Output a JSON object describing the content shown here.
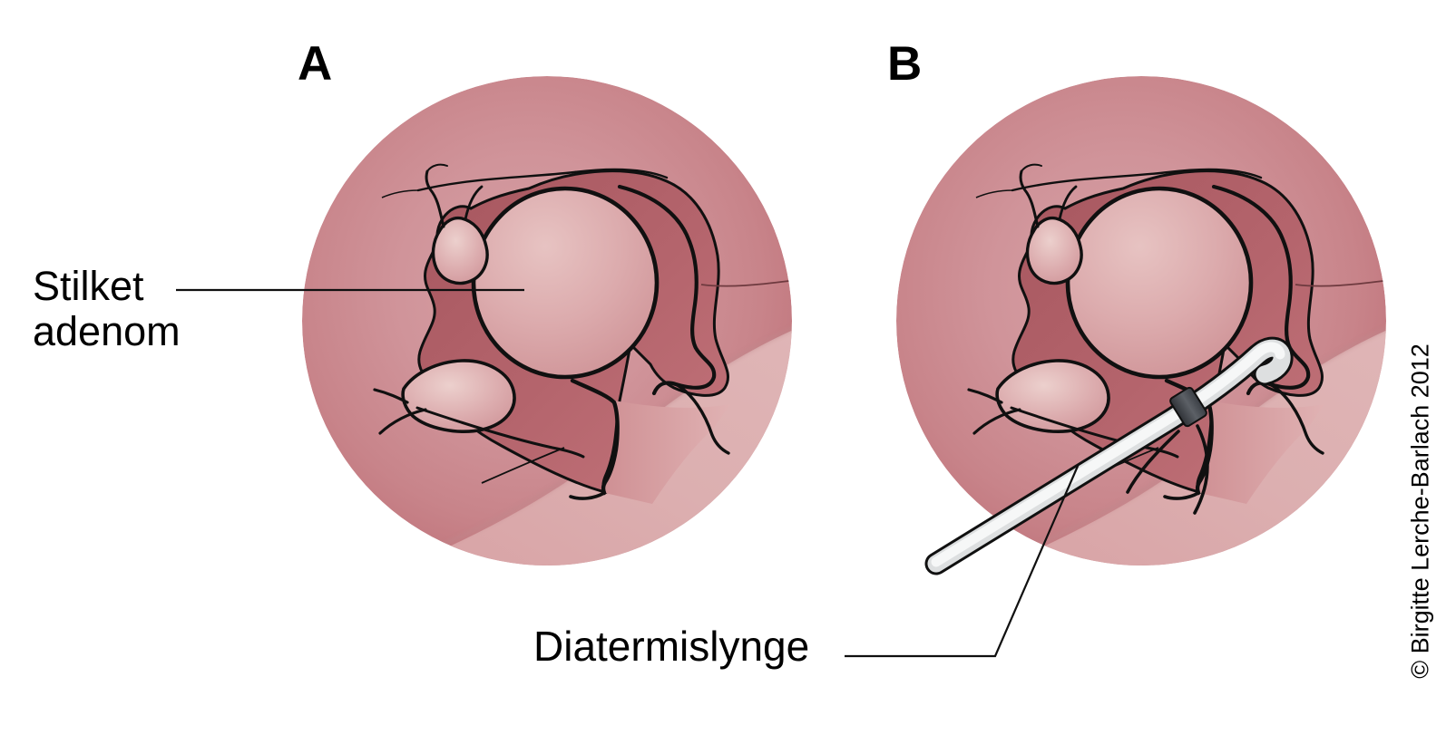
{
  "figure": {
    "panels": [
      {
        "label": "A"
      },
      {
        "label": "B"
      }
    ],
    "annotations": {
      "adenoma_label": "Stilket\nadenom",
      "snare_label": "Diatermislynge"
    },
    "credit": "© Birgitte Lerche-Barlach 2012",
    "colors": {
      "background": "#ffffff",
      "mucosa_edge": "#c27980",
      "mucosa_mid": "#d0959a",
      "mucosa_light": "#dcaeb0",
      "recess_dark": "#b0606a",
      "polyp_highlight": "#e9c8c6",
      "outline": "#101010",
      "snare_sheath": "#f2f3f3",
      "snare_band": "#46494e",
      "text": "#000000",
      "thin_fold_line": "#6e3a3f"
    }
  }
}
